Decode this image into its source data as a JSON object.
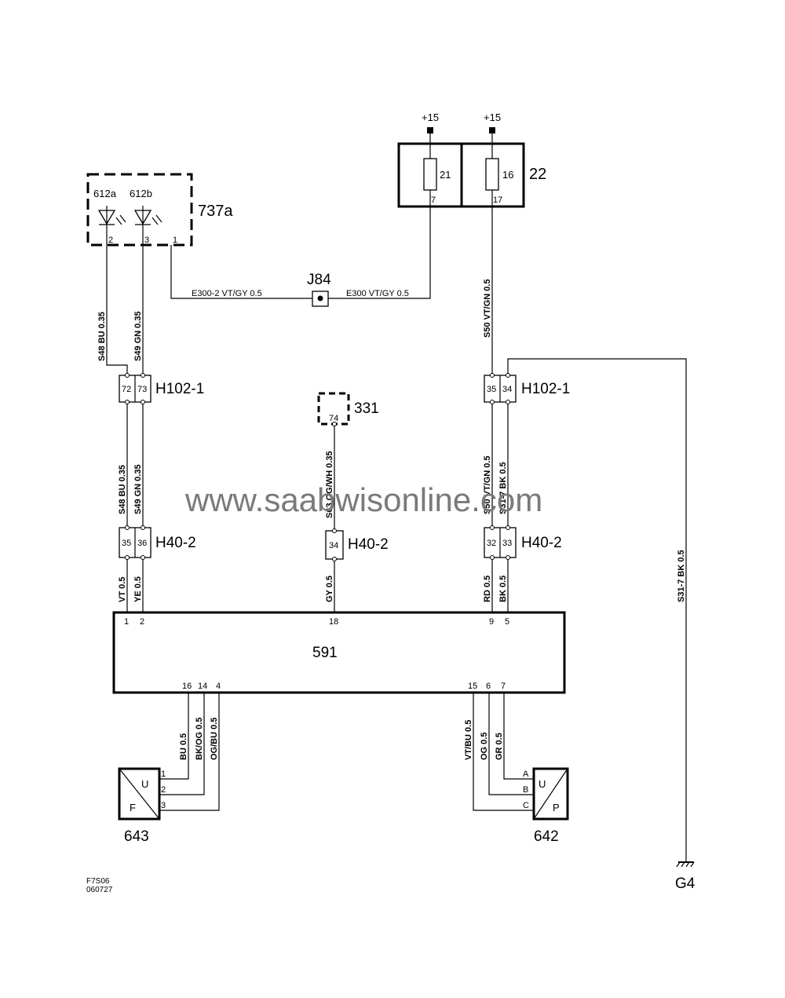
{
  "components": {
    "fuse_box": "22",
    "fuse_a": "21",
    "fuse_b": "16",
    "fuse_a_pin": "7",
    "fuse_b_pin": "17",
    "supply_a": "+15",
    "supply_b": "+15",
    "led_unit": "737a",
    "led_a": "612a",
    "led_b": "612b",
    "led_pin_2": "2",
    "led_pin_3": "3",
    "led_pin_1": "1",
    "splice": "J84",
    "switch_331": "331",
    "switch_331_pin": "74",
    "control_module": "591",
    "sensor_643": "643",
    "sensor_642": "642",
    "ground": "G4"
  },
  "connectors": {
    "h102_left": {
      "name": "H102-1",
      "pins": [
        "72",
        "73"
      ]
    },
    "h102_right": {
      "name": "H102-1",
      "pins": [
        "35",
        "34"
      ]
    },
    "h40_left": {
      "name": "H40-2",
      "pins": [
        "35",
        "36"
      ]
    },
    "h40_mid": {
      "name": "H40-2",
      "pins": [
        "34"
      ]
    },
    "h40_right": {
      "name": "H40-2",
      "pins": [
        "32",
        "33"
      ]
    }
  },
  "module_pins": {
    "top": [
      "1",
      "2",
      "18",
      "9",
      "5"
    ],
    "bottom_left": [
      "16",
      "14",
      "4"
    ],
    "bottom_right": [
      "15",
      "6",
      "7"
    ]
  },
  "sensor643": {
    "u": "U",
    "f": "F",
    "pins": [
      "1",
      "2",
      "3"
    ]
  },
  "sensor642": {
    "u": "U",
    "p": "P",
    "pins": [
      "A",
      "B",
      "C"
    ]
  },
  "wires": {
    "e300_2": "E300-2  VT/GY  0.5",
    "e300": "E300 VT/GY  0.5",
    "s48_top": "S48  BU  0.35",
    "s49_top": "S49  GN  0.35",
    "s50_top": "S50  VT/GN  0.5",
    "s48_mid": "S48  BU  0.35",
    "s49_mid": "S49  GN  0.35",
    "s63": "S63 OG/WH 0.35",
    "s50_mid": "S50  VT/GN  0.5",
    "s31_mid": "S31-7  BK  0.5",
    "s31_long": "S31-7  BK  0.5",
    "vt": "VT  0.5",
    "ye": "YE  0.5",
    "gy": "GY  0.5",
    "rd": "RD  0.5",
    "bk": "BK  0.5",
    "bu": "BU 0.5",
    "bkog": "BK/OG 0.5",
    "ogbu": "OG/BU 0.5",
    "vtbu": "VT/BU  0.5",
    "og": "OG  0.5",
    "gr": "GR  0.5"
  },
  "watermark": "www.saabwisonline.com",
  "footer": {
    "code": "F7S06",
    "date": "060727"
  }
}
